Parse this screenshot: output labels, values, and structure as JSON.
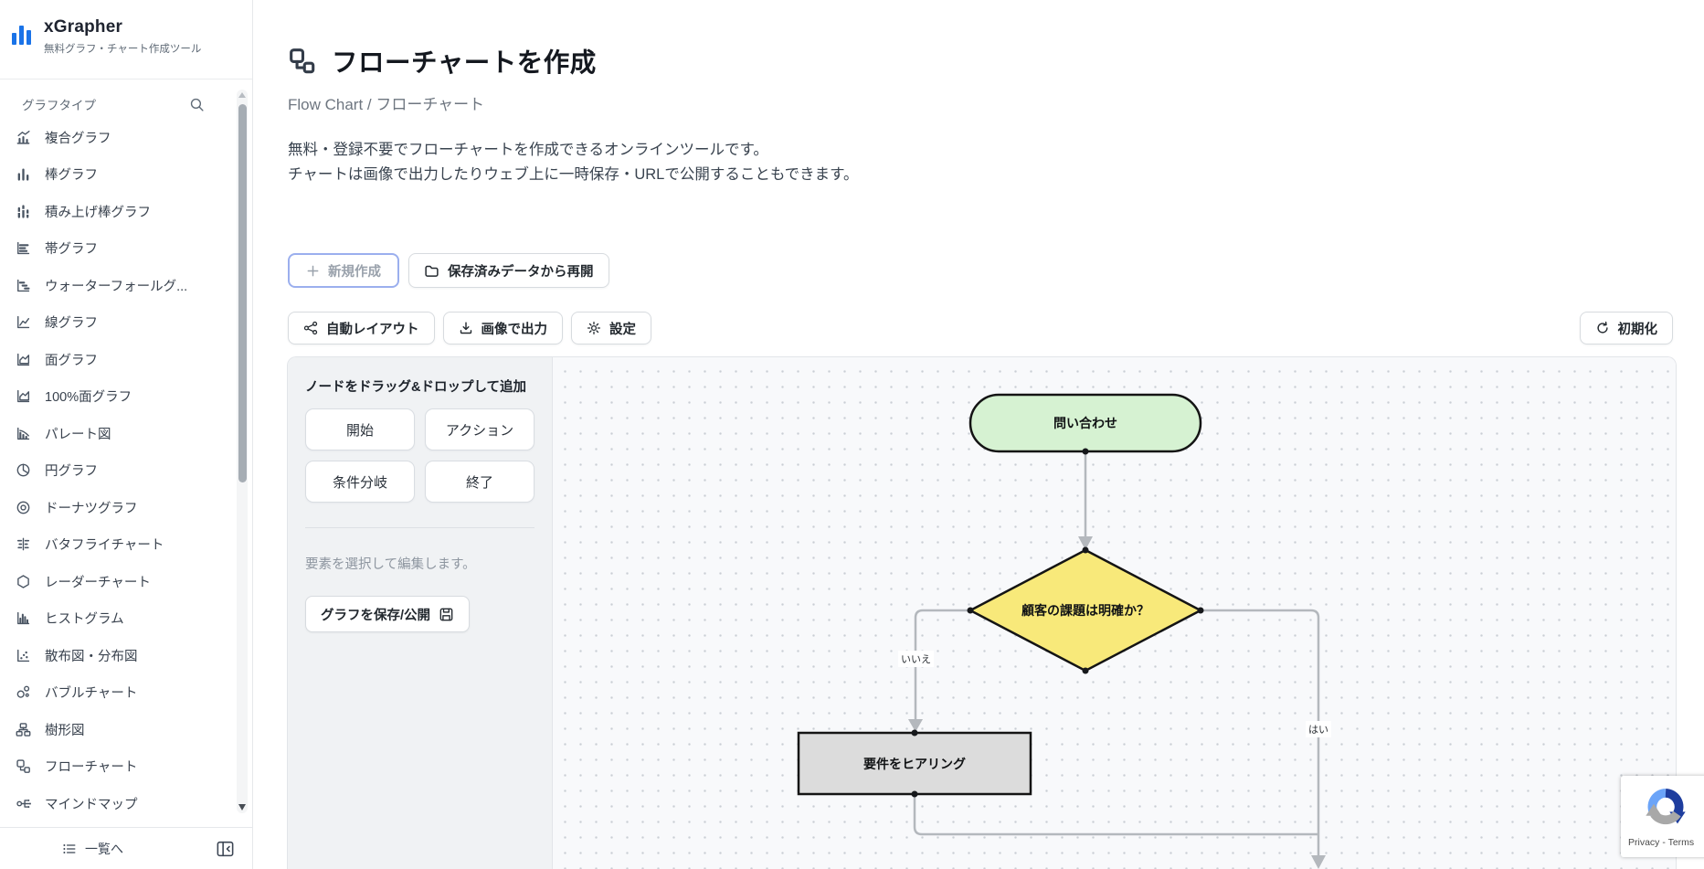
{
  "app": {
    "name": "xGrapher",
    "tagline": "無料グラフ・チャート作成ツール"
  },
  "sidebar": {
    "type_label": "グラフタイプ",
    "items": [
      {
        "label": "複合グラフ",
        "icon": "combo-chart-icon"
      },
      {
        "label": "棒グラフ",
        "icon": "bar-chart-icon"
      },
      {
        "label": "積み上げ棒グラフ",
        "icon": "stacked-bar-chart-icon"
      },
      {
        "label": "帯グラフ",
        "icon": "band-chart-icon"
      },
      {
        "label": "ウォーターフォールグ...",
        "icon": "waterfall-chart-icon"
      },
      {
        "label": "線グラフ",
        "icon": "line-chart-icon"
      },
      {
        "label": "面グラフ",
        "icon": "area-chart-icon"
      },
      {
        "label": "100%面グラフ",
        "icon": "area-100-chart-icon"
      },
      {
        "label": "パレート図",
        "icon": "pareto-chart-icon"
      },
      {
        "label": "円グラフ",
        "icon": "pie-chart-icon"
      },
      {
        "label": "ドーナツグラフ",
        "icon": "donut-chart-icon"
      },
      {
        "label": "バタフライチャート",
        "icon": "butterfly-chart-icon"
      },
      {
        "label": "レーダーチャート",
        "icon": "radar-chart-icon"
      },
      {
        "label": "ヒストグラム",
        "icon": "histogram-icon"
      },
      {
        "label": "散布図・分布図",
        "icon": "scatter-plot-icon"
      },
      {
        "label": "バブルチャート",
        "icon": "bubble-chart-icon"
      },
      {
        "label": "樹形図",
        "icon": "tree-diagram-icon"
      },
      {
        "label": "フローチャート",
        "icon": "flowchart-icon"
      },
      {
        "label": "マインドマップ",
        "icon": "mindmap-icon"
      }
    ],
    "footer_list": "一覧へ"
  },
  "header": {
    "title": "フローチャートを作成",
    "breadcrumb": "Flow Chart / フローチャート",
    "desc1": "無料・登録不要でフローチャートを作成できるオンラインツールです。",
    "desc2": "チャートは画像で出力したりウェブ上に一時保存・URLで公開することもできます。"
  },
  "actions": {
    "new": "新規作成",
    "resume": "保存済みデータから再開"
  },
  "toolbar": {
    "auto_layout": "自動レイアウト",
    "export_image": "画像で出力",
    "settings": "設定",
    "reset": "初期化"
  },
  "panel": {
    "heading": "ノードをドラッグ&ドロップして追加",
    "nodes": [
      "開始",
      "アクション",
      "条件分岐",
      "終了"
    ],
    "hint": "要素を選択して編集します。",
    "save": "グラフを保存/公開"
  },
  "flow": {
    "start": "問い合わせ",
    "decision": "顧客の課題は明確か？",
    "process": "要件をヒアリング",
    "label_no": "いいえ",
    "label_yes": "はい"
  },
  "colors": {
    "accent": "#1a73e8",
    "start_fill": "#d6f2d2",
    "decision_fill": "#f8e97a",
    "process_fill": "#dcdcdc",
    "node_stroke": "#141414",
    "edge": "#b4b8bd",
    "canvas_dot": "#c9ced4"
  },
  "recaptcha": {
    "links": "Privacy - Terms"
  }
}
